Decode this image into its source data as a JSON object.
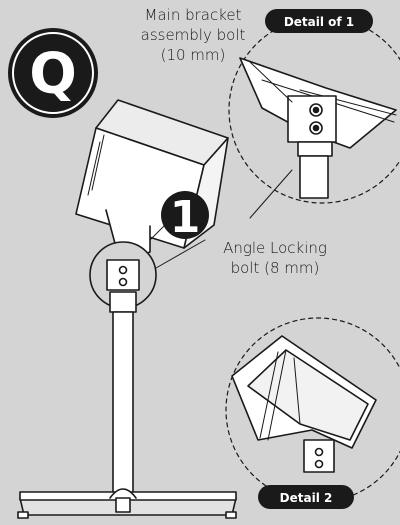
{
  "step": {
    "letter": "Q"
  },
  "callout": {
    "number": "1"
  },
  "labels": {
    "main_bolt_line1": "Main bracket",
    "main_bolt_line2": "assembly bolt",
    "main_bolt_line3": "(10 mm)",
    "angle_bolt_line1": "Angle Locking",
    "angle_bolt_line2": "bolt (8 mm)"
  },
  "badges": {
    "detail1": "Detail of 1",
    "detail2": "Detail 2"
  }
}
